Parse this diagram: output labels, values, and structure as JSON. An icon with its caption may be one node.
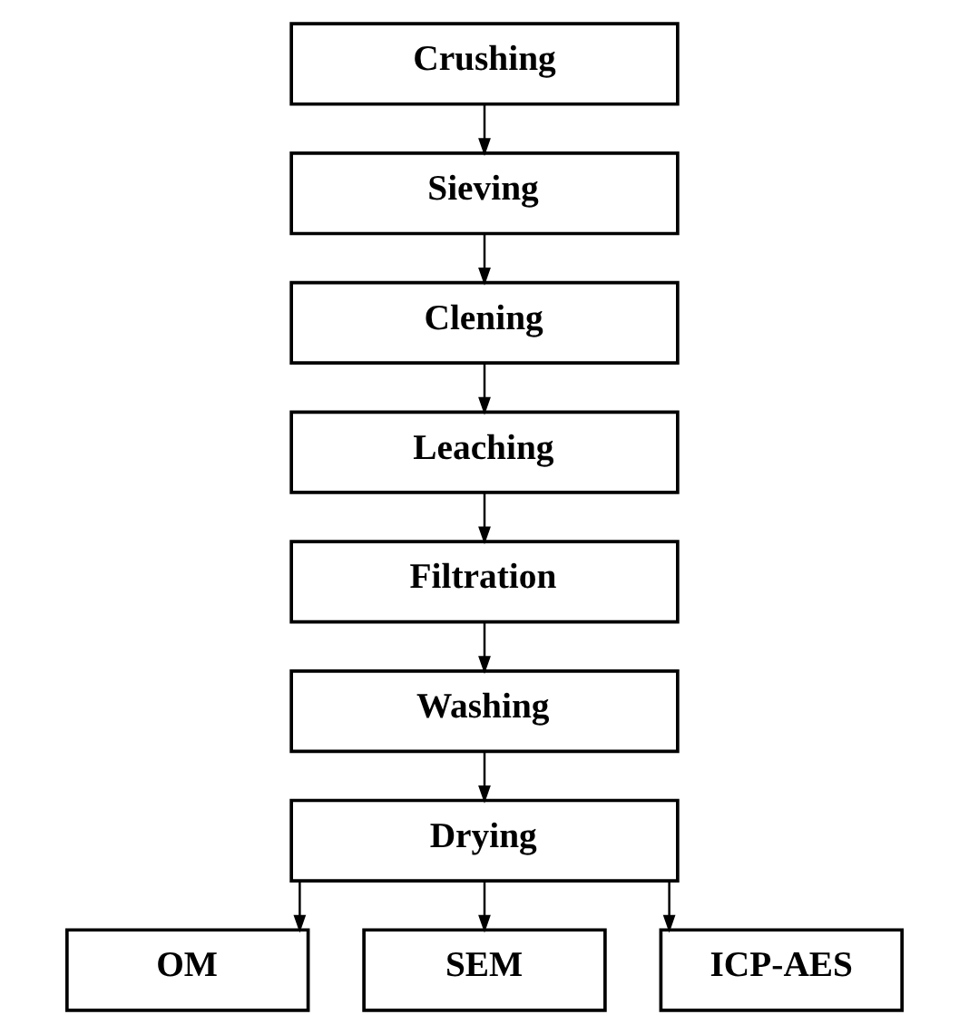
{
  "diagram": {
    "nodes": [
      {
        "text": [
          "Crushing"
        ]
      },
      {
        "text": [
          "Sieving"
        ]
      },
      {
        "text": [
          "Clening"
        ]
      },
      {
        "text": [
          "Leaching"
        ]
      },
      {
        "text": [
          "Filtration"
        ]
      },
      {
        "text": [
          "Washing"
        ]
      },
      {
        "text": [
          "Drying"
        ]
      },
      {
        "text": [
          "OM"
        ]
      },
      {
        "text": [
          "SEM"
        ]
      },
      {
        "text": [
          "ICP-AES"
        ]
      }
    ],
    "edges": [
      {
        "from": 0,
        "to": 1,
        "arrow": "to"
      },
      {
        "from": 1,
        "to": 2,
        "arrow": "to"
      },
      {
        "from": 2,
        "to": 3,
        "arrow": "to"
      },
      {
        "from": 3,
        "to": 4,
        "arrow": "to"
      },
      {
        "from": 4,
        "to": 5,
        "arrow": "to"
      },
      {
        "from": 5,
        "to": 6,
        "arrow": "to"
      },
      {
        "from": 6,
        "to": 7,
        "arrow": "to"
      },
      {
        "from": 6,
        "to": 8,
        "arrow": "to"
      },
      {
        "from": 6,
        "to": 9,
        "arrow": "to"
      }
    ]
  }
}
